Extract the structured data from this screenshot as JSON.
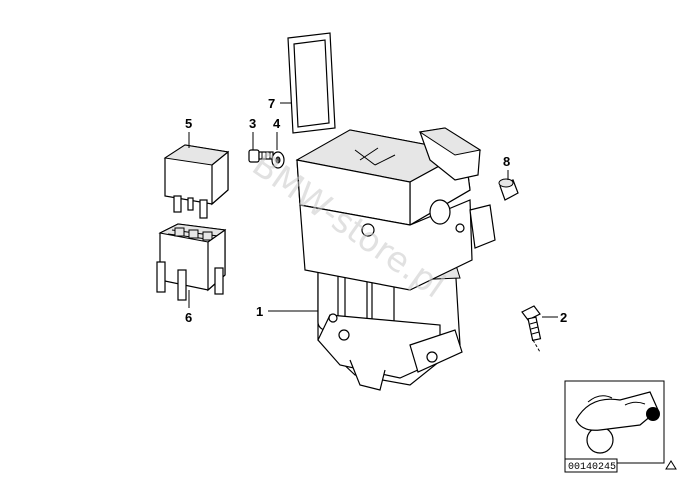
{
  "callouts": {
    "c1": "1",
    "c2": "2",
    "c3": "3",
    "c4": "4",
    "c5": "5",
    "c6": "6",
    "c7": "7",
    "c8": "8"
  },
  "watermark": "BMW-store.pl",
  "thumbnail": {
    "reference_number": "00140245"
  },
  "colors": {
    "line": "#000000",
    "background": "#ffffff",
    "watermark": "#c9c9c9",
    "location_marker": "#000000"
  },
  "icons": {
    "corner_mark": "triangle-icon",
    "thumbnail": "motorcycle-icon"
  }
}
